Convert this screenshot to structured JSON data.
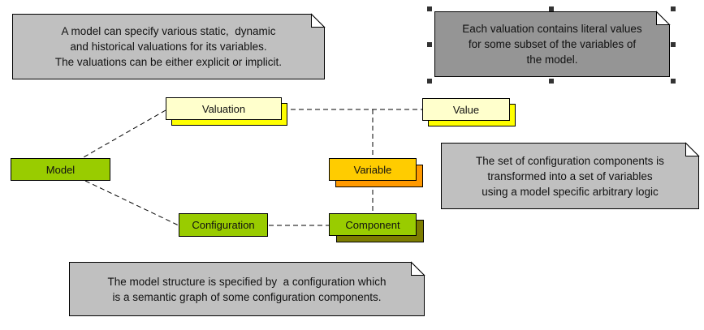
{
  "diagram": {
    "background": "#ffffff",
    "connector_color": "#000000",
    "connector_style": "dashed"
  },
  "selection": {
    "handle_color": "#333333",
    "selected_item": "note-valuation-values"
  },
  "notes": [
    {
      "name": "note-model-valuations",
      "fill": "#c0c0c0",
      "selected": false,
      "lines": [
        "A model can specify various static,  dynamic",
        "and historical valuations for its variables.",
        "The valuations can be either explicit or implicit."
      ]
    },
    {
      "name": "note-valuation-values",
      "fill": "#959595",
      "selected": true,
      "lines": [
        "Each valuation contains literal values",
        "for some subset of the variables of",
        "the model."
      ]
    },
    {
      "name": "note-variables-transform",
      "fill": "#c0c0c0",
      "selected": false,
      "lines": [
        "The set of configuration components is",
        "transformed into a set of variables",
        "using a model specific arbitrary logic"
      ]
    },
    {
      "name": "note-model-structure",
      "fill": "#c0c0c0",
      "selected": false,
      "lines": [
        "The model structure is specified by  a configuration which",
        "is a semantic graph of some configuration components."
      ]
    }
  ],
  "entities": [
    {
      "label": "Model",
      "fill": "#99cc00",
      "shadow_fill": null
    },
    {
      "label": "Valuation",
      "fill": "#ffffcc",
      "shadow_fill": "#ffff00"
    },
    {
      "label": "Value",
      "fill": "#ffffcc",
      "shadow_fill": "#ffff00"
    },
    {
      "label": "Variable",
      "fill": "#ffcc00",
      "shadow_fill": "#ff9900"
    },
    {
      "label": "Configuration",
      "fill": "#99cc00",
      "shadow_fill": null
    },
    {
      "label": "Component",
      "fill": "#99cc00",
      "shadow_fill": "#7d7d00"
    }
  ]
}
